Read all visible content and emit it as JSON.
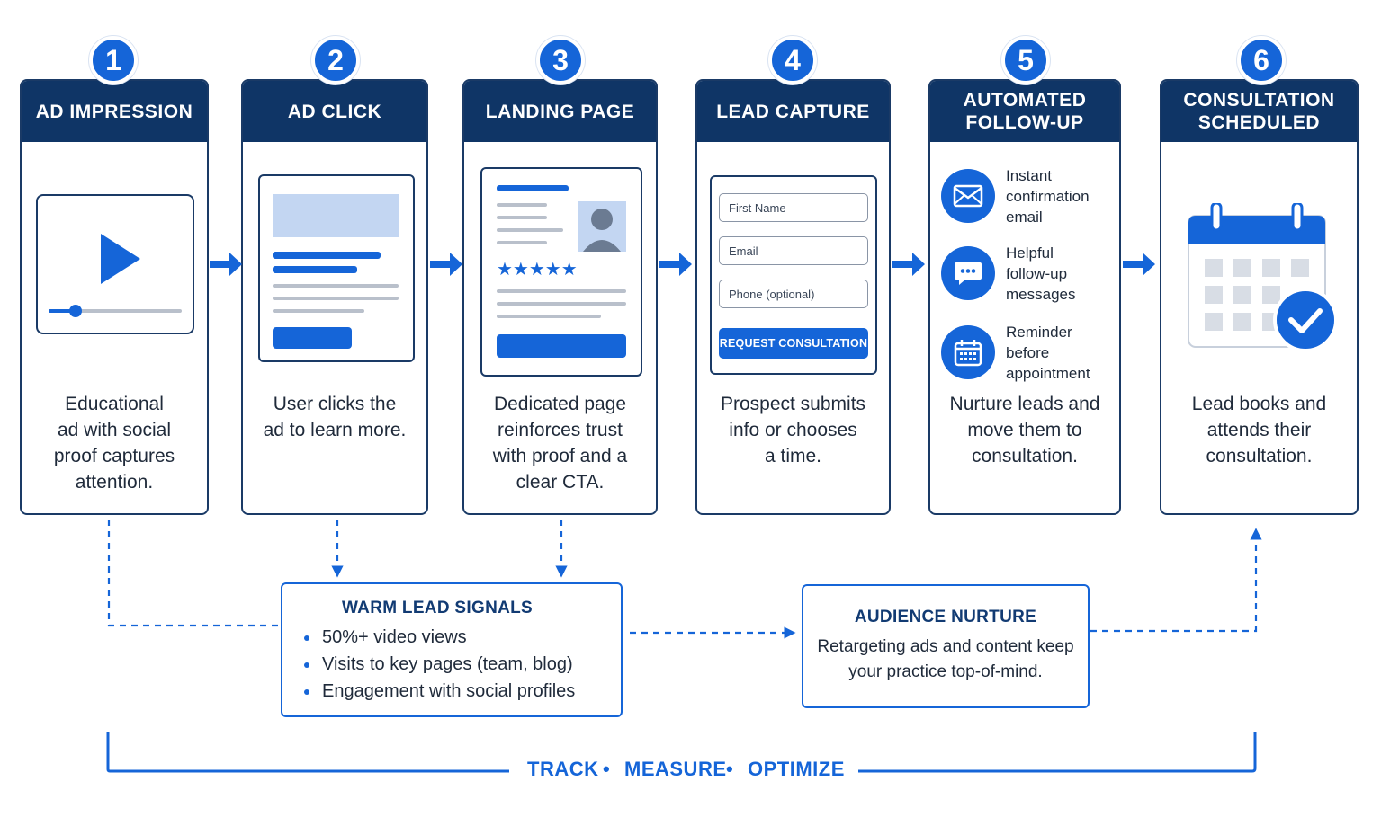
{
  "colors": {
    "navy": "#0f3566",
    "blue": "#1565d8",
    "light_blue": "#c3d6f2",
    "gray": "#b9c0cb"
  },
  "steps": [
    {
      "number": "1",
      "title": "AD IMPRESSION",
      "description": "Educational\nad with social\nproof captures\nattention.",
      "icon": "play-video-icon"
    },
    {
      "number": "2",
      "title": "AD CLICK",
      "description": "User clicks the\nad to learn more.",
      "icon": "web-page-icon"
    },
    {
      "number": "3",
      "title": "LANDING PAGE",
      "description": "Dedicated page\nreinforces trust\nwith proof and a\nclear CTA.",
      "icon": "landing-page-icon"
    },
    {
      "number": "4",
      "title": "LEAD CAPTURE",
      "description": "Prospect submits\ninfo or chooses\na time.",
      "icon": "form-icon"
    },
    {
      "number": "5",
      "title": "AUTOMATED\nFOLLOW-UP",
      "description": "Nurture leads and\nmove them to\nconsultation.",
      "icon": "follow-up-icon"
    },
    {
      "number": "6",
      "title": "CONSULTATION\nSCHEDULED",
      "description": "Lead books and\nattends their\nconsultation.",
      "icon": "calendar-check-icon"
    }
  ],
  "form": {
    "first_name_placeholder": "First Name",
    "email_placeholder": "Email",
    "phone_placeholder": "Phone (optional)",
    "button_label": "REQUEST CONSULTATION"
  },
  "follow_up": [
    {
      "text": "Instant\nconfirmation\nemail",
      "icon": "envelope-icon"
    },
    {
      "text": "Helpful\nfollow-up\nmessages",
      "icon": "chat-icon"
    },
    {
      "text": "Reminder\nbefore\nappointment",
      "icon": "calendar-icon"
    }
  ],
  "warm_lead": {
    "title": "WARM LEAD SIGNALS",
    "items": [
      "50%+ video views",
      "Visits to key pages (team, blog)",
      "Engagement with social profiles"
    ]
  },
  "audience_nurture": {
    "title": "AUDIENCE NURTURE",
    "text": "Retargeting ads and content keep\nyour practice top-of-mind."
  },
  "footer": {
    "track": "TRACK",
    "measure": "MEASURE",
    "optimize": "OPTIMIZE",
    "separator": "•"
  }
}
